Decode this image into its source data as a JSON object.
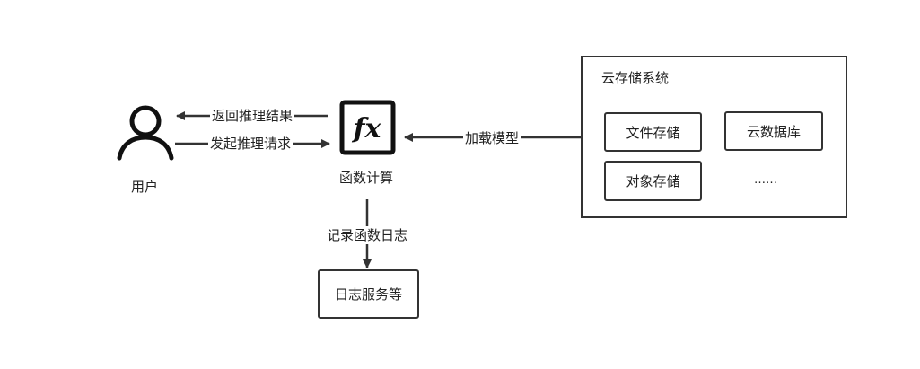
{
  "user": {
    "label": "用户",
    "icon": "user-icon"
  },
  "function": {
    "label": "函数计算",
    "icon": "function-fx-icon",
    "icon_text": "fx"
  },
  "edges": {
    "return_result": "返回推理结果",
    "send_request": "发起推理请求",
    "load_model": "加载模型",
    "record_log": "记录函数日志"
  },
  "log_service": {
    "label": "日志服务等"
  },
  "cloud_storage": {
    "title": "云存储系统",
    "items": [
      "文件存储",
      "云数据库",
      "对象存储"
    ],
    "more": "……"
  },
  "colors": {
    "stroke": "#333333",
    "text": "#222222",
    "background": "#ffffff"
  }
}
